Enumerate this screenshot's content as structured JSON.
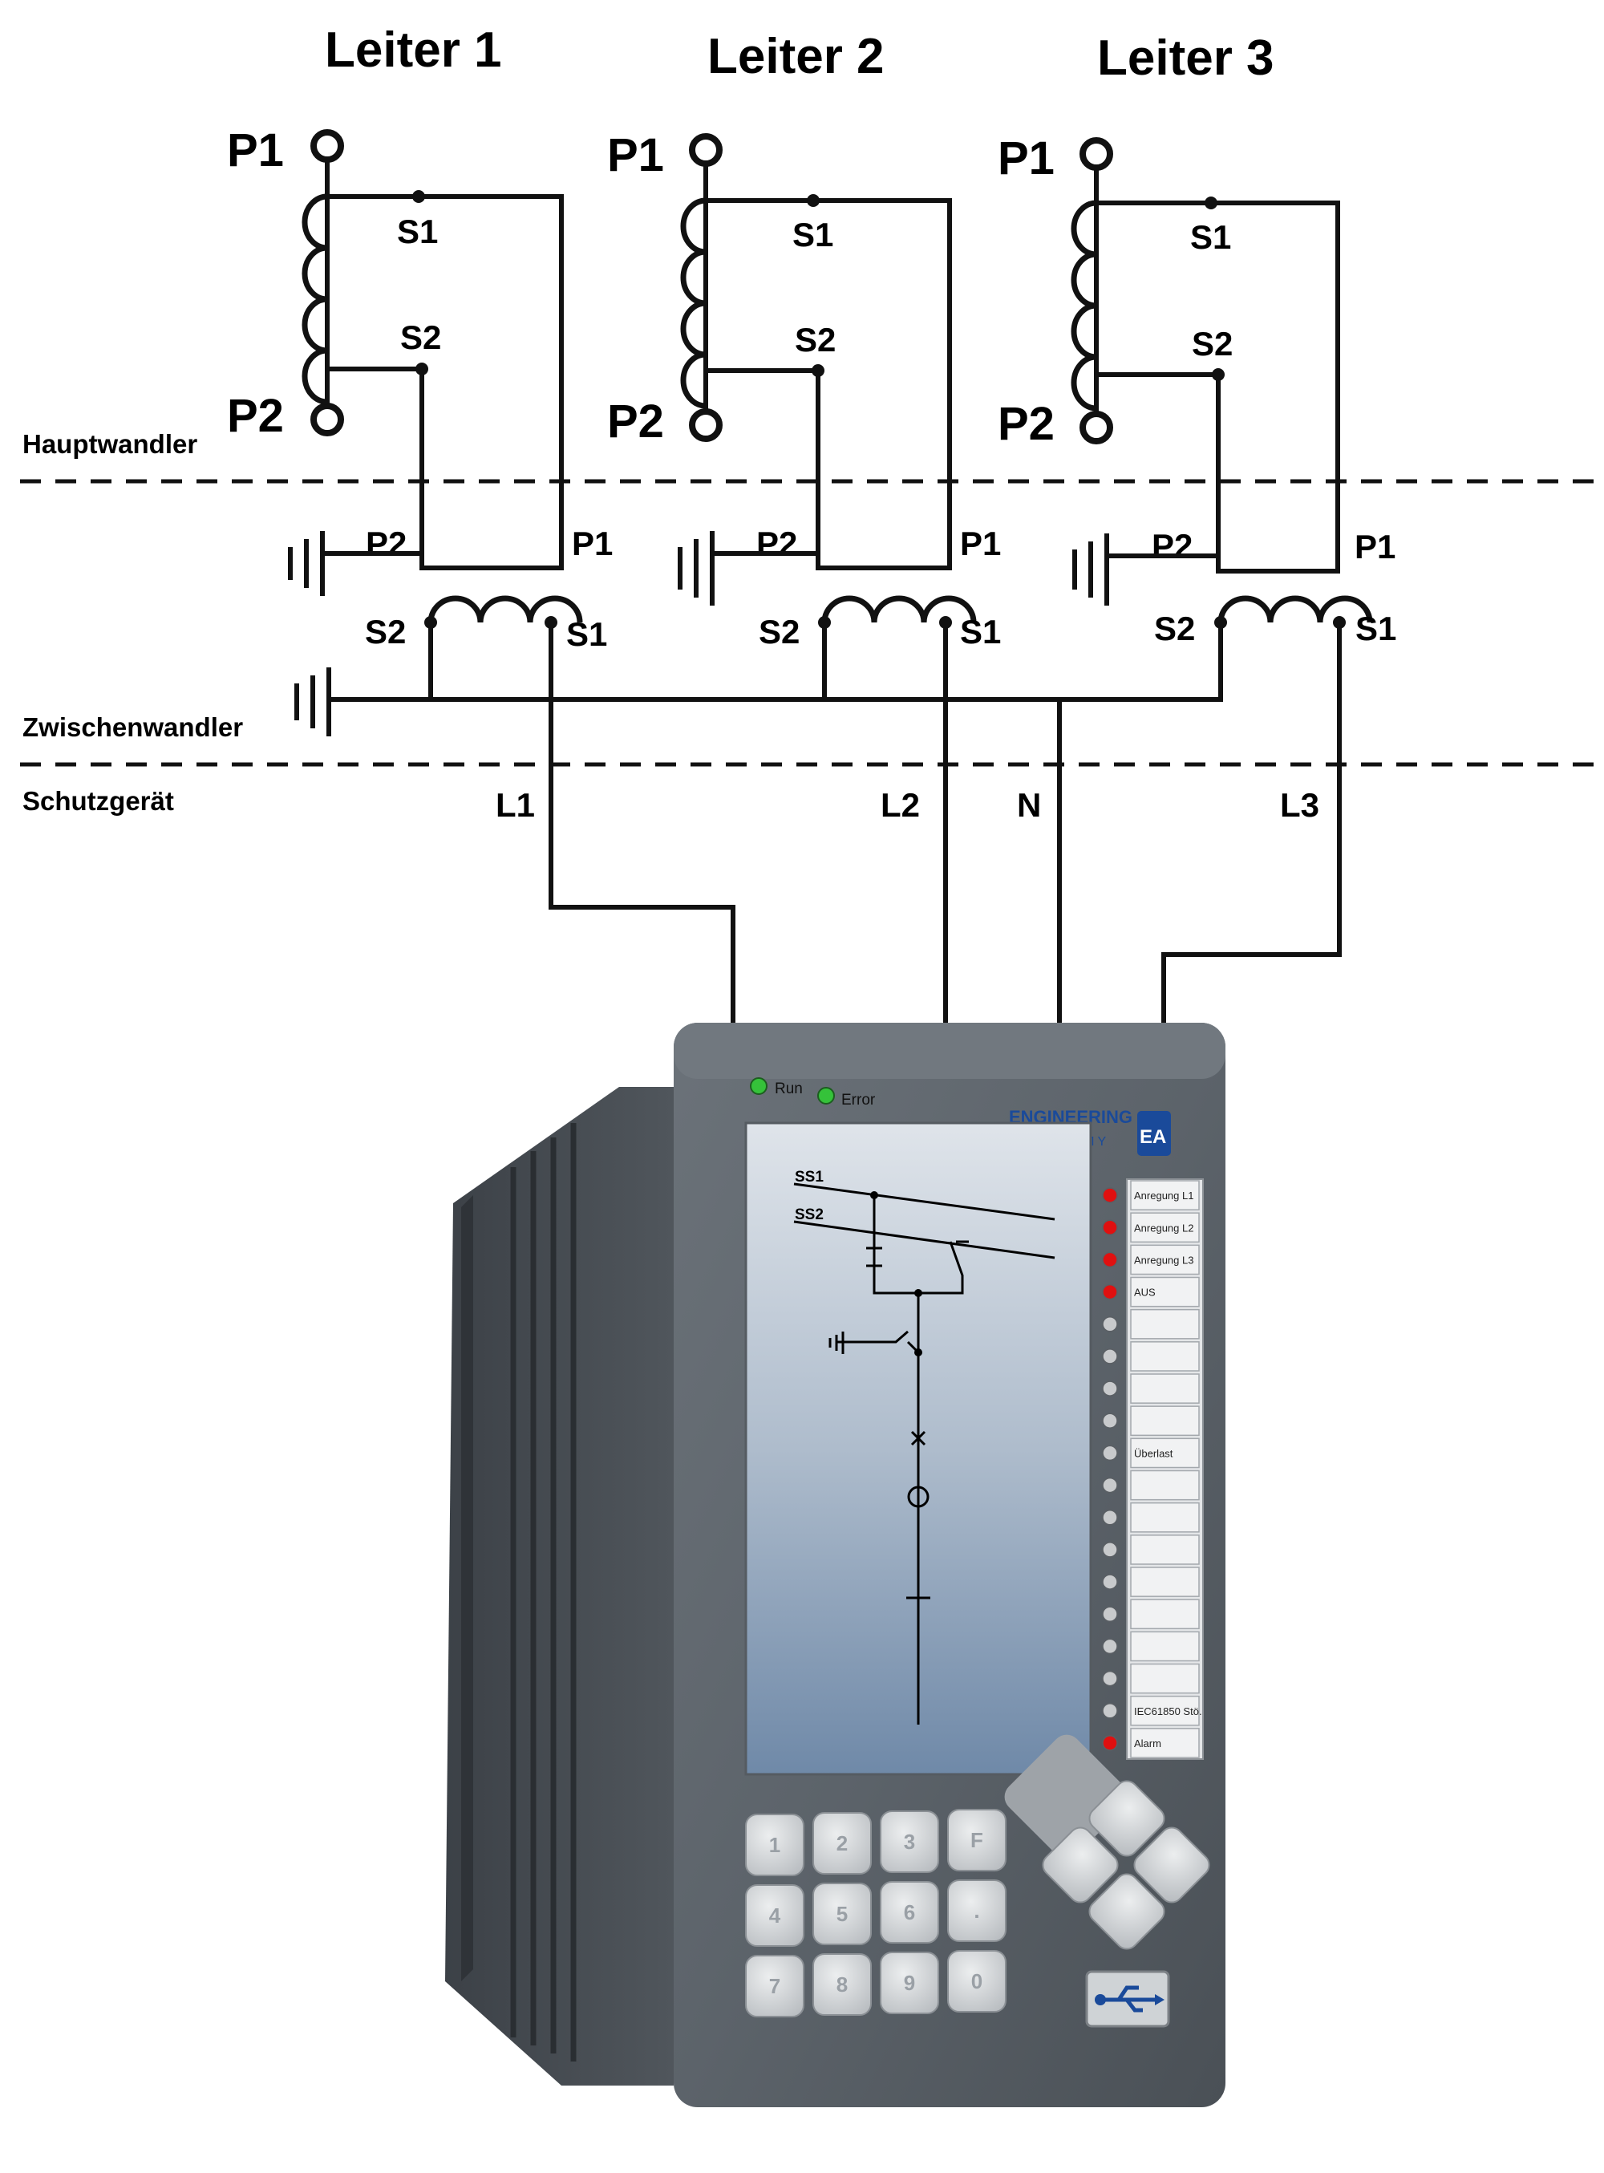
{
  "conductors": [
    {
      "title": "Leiter 1",
      "primary_top": "P1",
      "primary_bottom": "P2",
      "sec_top": "S1",
      "sec_bottom": "S2",
      "int_p2": "P2",
      "int_p1": "P1",
      "int_s2": "S2",
      "int_s1": "S1",
      "line": "L1"
    },
    {
      "title": "Leiter 2",
      "primary_top": "P1",
      "primary_bottom": "P2",
      "sec_top": "S1",
      "sec_bottom": "S2",
      "int_p2": "P2",
      "int_p1": "P1",
      "int_s2": "S2",
      "int_s1": "S1",
      "line": "L2"
    },
    {
      "title": "Leiter 3",
      "primary_top": "P1",
      "primary_bottom": "P2",
      "sec_top": "S1",
      "sec_bottom": "S2",
      "int_p2": "P2",
      "int_p1": "P1",
      "int_s2": "S2",
      "int_s1": "S1",
      "line": "L3"
    }
  ],
  "neutral_label": "N",
  "zones": {
    "main": "Hauptwandler",
    "intermediate": "Zwischenwandler",
    "device": "Schutzgerät"
  },
  "device": {
    "status_leds": [
      {
        "label": "Run",
        "color": "#35c23a"
      },
      {
        "label": "Error",
        "color": "#35c23a"
      }
    ],
    "logo_text": "ENGINEERING",
    "logo_subtext": "ACADEMY",
    "logo_mark": "EA",
    "mimic": {
      "busbar1": "SS1",
      "busbar2": "SS2"
    },
    "indicator_leds": [
      {
        "label": "Anregung L1",
        "color": "#e01010"
      },
      {
        "label": "Anregung L2",
        "color": "#e01010"
      },
      {
        "label": "Anregung L3",
        "color": "#e01010"
      },
      {
        "label": "AUS",
        "color": "#e01010"
      },
      {
        "label": "",
        "color": "#c8cacc"
      },
      {
        "label": "",
        "color": "#c8cacc"
      },
      {
        "label": "",
        "color": "#c8cacc"
      },
      {
        "label": "",
        "color": "#c8cacc"
      },
      {
        "label": "Überlast",
        "color": "#c8cacc"
      },
      {
        "label": "",
        "color": "#c8cacc"
      },
      {
        "label": "",
        "color": "#c8cacc"
      },
      {
        "label": "",
        "color": "#c8cacc"
      },
      {
        "label": "",
        "color": "#c8cacc"
      },
      {
        "label": "",
        "color": "#c8cacc"
      },
      {
        "label": "",
        "color": "#c8cacc"
      },
      {
        "label": "",
        "color": "#c8cacc"
      },
      {
        "label": "IEC61850 Stö.",
        "color": "#c8cacc"
      },
      {
        "label": "Alarm",
        "color": "#e01010"
      }
    ],
    "keypad": [
      "1",
      "2",
      "3",
      "F",
      "4",
      "5",
      "6",
      ".",
      "7",
      "8",
      "9",
      "0"
    ],
    "nav_keys": [
      "up",
      "left",
      "right",
      "down"
    ],
    "usb_icon": "usb-icon"
  }
}
